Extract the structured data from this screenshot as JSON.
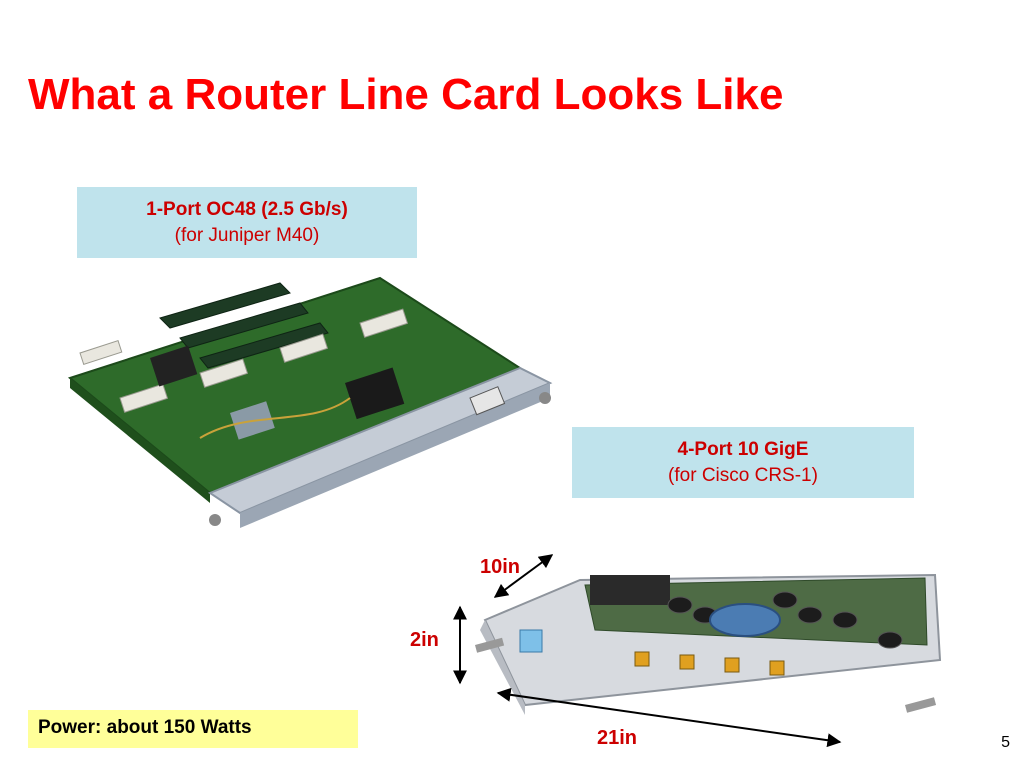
{
  "slide": {
    "title": "What a Router Line Card Looks Like",
    "page_number": "5"
  },
  "card1": {
    "label_main": "1-Port OC48 (2.5 Gb/s)",
    "label_sub": "(for Juniper M40)"
  },
  "card2": {
    "label_main": "4-Port 10 GigE",
    "label_sub": "(for Cisco CRS-1)",
    "dim_depth": "10in",
    "dim_height": "2in",
    "dim_length": "21in"
  },
  "footer": {
    "power": "Power: about 150 Watts"
  },
  "colors": {
    "title": "#ff0000",
    "label_bg": "#bfe3ec",
    "power_bg": "#ffff99",
    "dimension": "#cc0000"
  }
}
